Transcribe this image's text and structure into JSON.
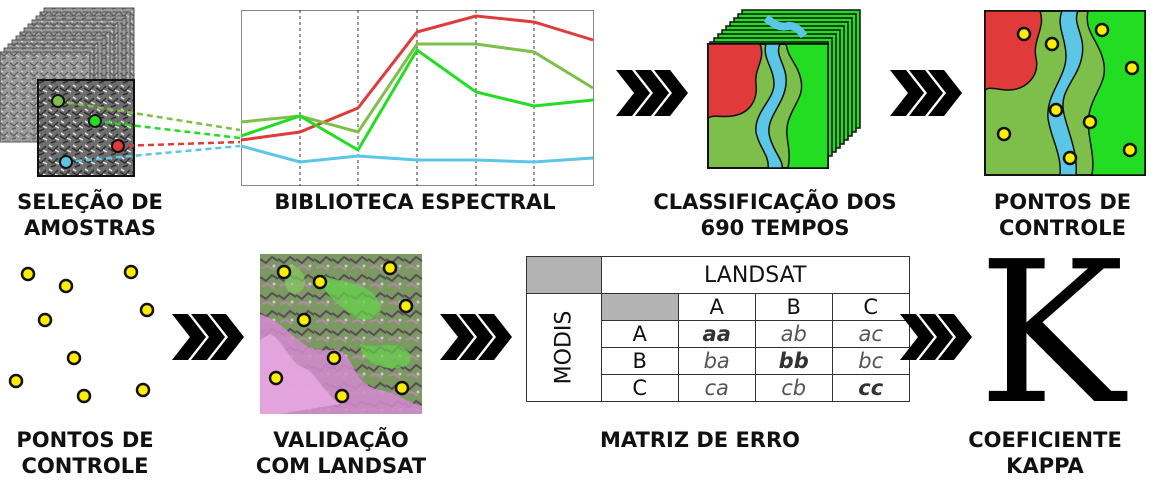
{
  "steps_top": [
    {
      "line1": "SELEÇÃO DE",
      "line2": "AMOSTRAS"
    },
    {
      "line1": "BIBLIOTECA ESPECTRAL",
      "line2": ""
    },
    {
      "line1": "CLASSIFICAÇÃO DOS",
      "line2": "690 TEMPOS"
    },
    {
      "line1": "PONTOS DE",
      "line2": "CONTROLE"
    }
  ],
  "steps_bottom": [
    {
      "line1": "PONTOS DE",
      "line2": "CONTROLE"
    },
    {
      "line1": "VALIDAÇÃO",
      "line2": "COM LANDSAT"
    },
    {
      "line1": "MATRIZ DE ERRO",
      "line2": ""
    },
    {
      "line1": "COEFICIENTE",
      "line2": "KAPPA"
    }
  ],
  "matrix": {
    "col_header": "LANDSAT",
    "row_header": "MODIS",
    "cols": [
      "A",
      "B",
      "C"
    ],
    "rows": [
      {
        "label": "A",
        "cells": [
          "aa",
          "ab",
          "ac"
        ]
      },
      {
        "label": "B",
        "cells": [
          "ba",
          "bb",
          "bc"
        ]
      },
      {
        "label": "C",
        "cells": [
          "ca",
          "cb",
          "cc"
        ]
      }
    ]
  },
  "kappa_symbol": "K",
  "colors": {
    "red": "#e03a3a",
    "light_green": "#7dbf4a",
    "green": "#22dd22",
    "blue": "#5bc6e6",
    "yellow": "#ffee00"
  }
}
